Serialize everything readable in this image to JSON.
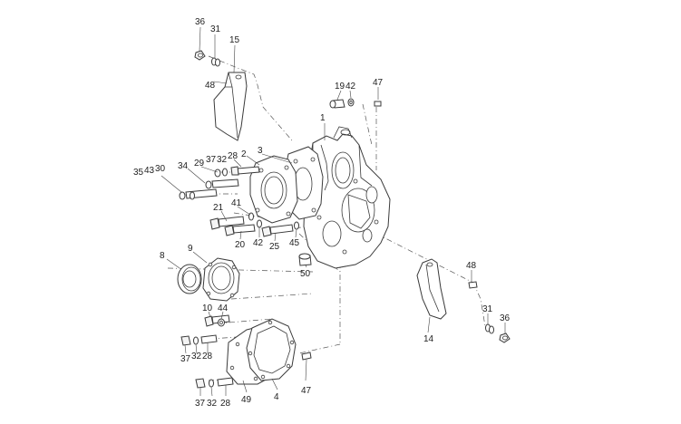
{
  "callouts": [
    {
      "id": "c36a",
      "text": "36"
    },
    {
      "id": "c31a",
      "text": "31"
    },
    {
      "id": "c15",
      "text": "15"
    },
    {
      "id": "c48a",
      "text": "48"
    },
    {
      "id": "c19",
      "text": "19"
    },
    {
      "id": "c42a",
      "text": "42"
    },
    {
      "id": "c47a",
      "text": "47"
    },
    {
      "id": "c1",
      "text": "1"
    },
    {
      "id": "c3",
      "text": "3"
    },
    {
      "id": "c2",
      "text": "2"
    },
    {
      "id": "c28a",
      "text": "28"
    },
    {
      "id": "c29",
      "text": "29"
    },
    {
      "id": "c37a",
      "text": "37"
    },
    {
      "id": "c32a",
      "text": "32"
    },
    {
      "id": "c34",
      "text": "34"
    },
    {
      "id": "c35",
      "text": "35"
    },
    {
      "id": "c43",
      "text": "43"
    },
    {
      "id": "c30",
      "text": "30"
    },
    {
      "id": "c41",
      "text": "41"
    },
    {
      "id": "c21",
      "text": "21"
    },
    {
      "id": "c20",
      "text": "20"
    },
    {
      "id": "c42b",
      "text": "42"
    },
    {
      "id": "c25",
      "text": "25"
    },
    {
      "id": "c45",
      "text": "45"
    },
    {
      "id": "c50",
      "text": "50"
    },
    {
      "id": "c8",
      "text": "8"
    },
    {
      "id": "c9",
      "text": "9"
    },
    {
      "id": "c48b",
      "text": "48"
    },
    {
      "id": "c10",
      "text": "10"
    },
    {
      "id": "c44",
      "text": "44"
    },
    {
      "id": "c31b",
      "text": "31"
    },
    {
      "id": "c36b",
      "text": "36"
    },
    {
      "id": "c14",
      "text": "14"
    },
    {
      "id": "c37b",
      "text": "37"
    },
    {
      "id": "c32b",
      "text": "32"
    },
    {
      "id": "c28b",
      "text": "28"
    },
    {
      "id": "c37c",
      "text": "37"
    },
    {
      "id": "c32c",
      "text": "32"
    },
    {
      "id": "c28c",
      "text": "28"
    },
    {
      "id": "c49",
      "text": "49"
    },
    {
      "id": "c4",
      "text": "4"
    },
    {
      "id": "c47b",
      "text": "47"
    }
  ]
}
